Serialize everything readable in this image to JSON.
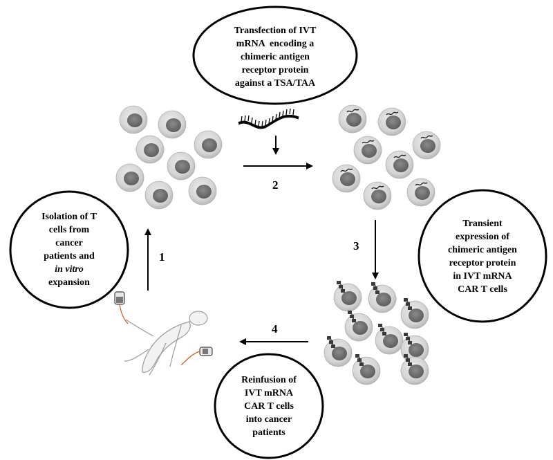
{
  "callouts": {
    "transfection": [
      "Transfection of IVT",
      "mRNA  encoding a",
      "chimeric antigen",
      "receptor protein",
      "against a TSA/TAA"
    ],
    "isolation": [
      "Isolation of T",
      "cells from",
      "cancer",
      "patients and",
      "in vitro",
      "expansion"
    ],
    "expression": [
      "Transient",
      "expression of",
      "chimeric antigen",
      "receptor protein",
      "in IVT mRNA",
      "CAR T cells"
    ],
    "reinfusion": [
      "Reinfusion of",
      "IVT mRNA",
      "CAR T cells",
      "into cancer",
      "patients"
    ]
  },
  "steps": {
    "step1": "1",
    "step2": "2",
    "step3": "3",
    "step4": "4"
  },
  "colors": {
    "cell_outer": "#d9d9d9",
    "cell_nucleus": "#7a7a7a",
    "arrow": "#000000"
  },
  "icons": [
    "mrna-strand-icon",
    "car-receptor-icon",
    "patient-icon",
    "iv-bag-icon"
  ]
}
